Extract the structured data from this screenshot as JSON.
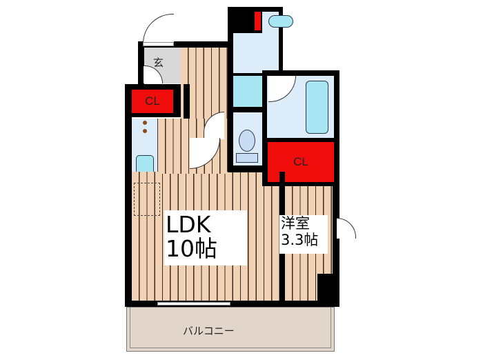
{
  "floorplan": {
    "rooms": {
      "entrance": {
        "label": "玄"
      },
      "closet_entry": {
        "label": "CL"
      },
      "closet_bedroom": {
        "label": "CL"
      },
      "ldk": {
        "line1": "LDK",
        "line2": "10帖"
      },
      "western_room": {
        "line1": "洋室",
        "line2": "3.3帖"
      },
      "balcony": {
        "label": "バルコニー"
      }
    },
    "colors": {
      "wall": "#000000",
      "wood_floor": "#f2d2b4",
      "wet_area": "#dcecf9",
      "fixture": "#a8e6f4",
      "closet": "#f20d0d",
      "entrance": "#d8d8d8",
      "balcony": "#e2d6cb"
    }
  }
}
